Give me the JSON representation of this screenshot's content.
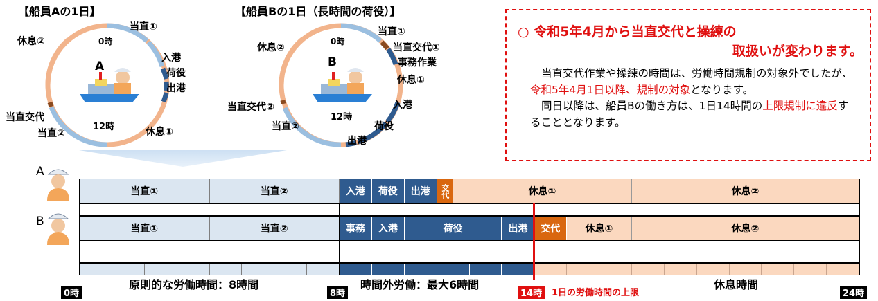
{
  "diagram_a": {
    "title": "【船員Aの1日】",
    "center_letter": "A",
    "labels": {
      "hour0": "0時",
      "hour12": "12時",
      "duty1": "当直①",
      "enter_port": "入港",
      "cargo": "荷役",
      "leave_port": "出港",
      "rest1": "休息①",
      "duty2": "当直②",
      "handover": "当直交代",
      "rest2": "休息②"
    }
  },
  "diagram_b": {
    "title": "【船員Bの1日（長時間の荷役）】",
    "center_letter": "B",
    "labels": {
      "hour0": "0時",
      "hour12": "12時",
      "duty1": "当直①",
      "handover1": "当直交代①",
      "office": "事務作業",
      "rest1": "休息①",
      "enter_port": "入港",
      "cargo": "荷役",
      "leave_port": "出港",
      "duty2": "当直②",
      "handover2": "当直交代②",
      "rest2": "休息②"
    }
  },
  "notice": {
    "heading_line1": "○ 令和5年4月から当直交代と操練の",
    "heading_line2": "取扱いが変わります。",
    "p1_a": "当直交代作業や操練の時間は、労働時間規制の対象外でしたが、",
    "p1_red": "令和5年4月1日以降、規制の対象",
    "p1_b": "となります。",
    "p2_a": "同日以降は、船員Bの働き方は、1日14時間の",
    "p2_red": "上限規制に違反",
    "p2_b": "することとなります。"
  },
  "timeline": {
    "row_a": {
      "letter": "A",
      "segments": [
        {
          "label": "当直①",
          "start": 0,
          "end": 4,
          "kind": "duty"
        },
        {
          "label": "当直②",
          "start": 4,
          "end": 8,
          "kind": "duty"
        },
        {
          "label": "入港",
          "start": 8,
          "end": 9,
          "kind": "blue"
        },
        {
          "label": "荷役",
          "start": 9,
          "end": 10,
          "kind": "blue"
        },
        {
          "label": "出港",
          "start": 10,
          "end": 11,
          "kind": "blue"
        },
        {
          "label": "交代",
          "start": 11,
          "end": 11.5,
          "kind": "orange"
        },
        {
          "label": "休息①",
          "start": 11.5,
          "end": 17,
          "kind": "rest"
        },
        {
          "label": "休息②",
          "start": 17,
          "end": 24,
          "kind": "rest"
        }
      ]
    },
    "row_b": {
      "letter": "B",
      "segments": [
        {
          "label": "当直①",
          "start": 0,
          "end": 4,
          "kind": "duty"
        },
        {
          "label": "当直②",
          "start": 4,
          "end": 8,
          "kind": "duty"
        },
        {
          "label": "事務",
          "start": 8,
          "end": 9,
          "kind": "blue"
        },
        {
          "label": "入港",
          "start": 9,
          "end": 10,
          "kind": "blue"
        },
        {
          "label": "荷役",
          "start": 10,
          "end": 13,
          "kind": "blue"
        },
        {
          "label": "出港",
          "start": 13,
          "end": 14,
          "kind": "blue"
        },
        {
          "label": "交代",
          "start": 14,
          "end": 15,
          "kind": "orange"
        },
        {
          "label": "休息①",
          "start": 15,
          "end": 17,
          "kind": "rest"
        },
        {
          "label": "休息②",
          "start": 17,
          "end": 24,
          "kind": "rest"
        }
      ]
    },
    "axis": {
      "hour0": "0時",
      "hour8": "8時",
      "hour14": "14時",
      "hour24": "24時",
      "label_normal": "原則的な労働時間：8時間",
      "label_overtime": "時間外労働：最大6時間",
      "label_limit": "1日の労働時間の上限",
      "label_rest": "休息時間"
    },
    "limit_hour": 14,
    "colors": {
      "duty": "#dbe6f1",
      "blue": "#2f5b8f",
      "orange": "#d9670f",
      "rest": "#fbd8bf",
      "limit": "#e01010"
    }
  }
}
